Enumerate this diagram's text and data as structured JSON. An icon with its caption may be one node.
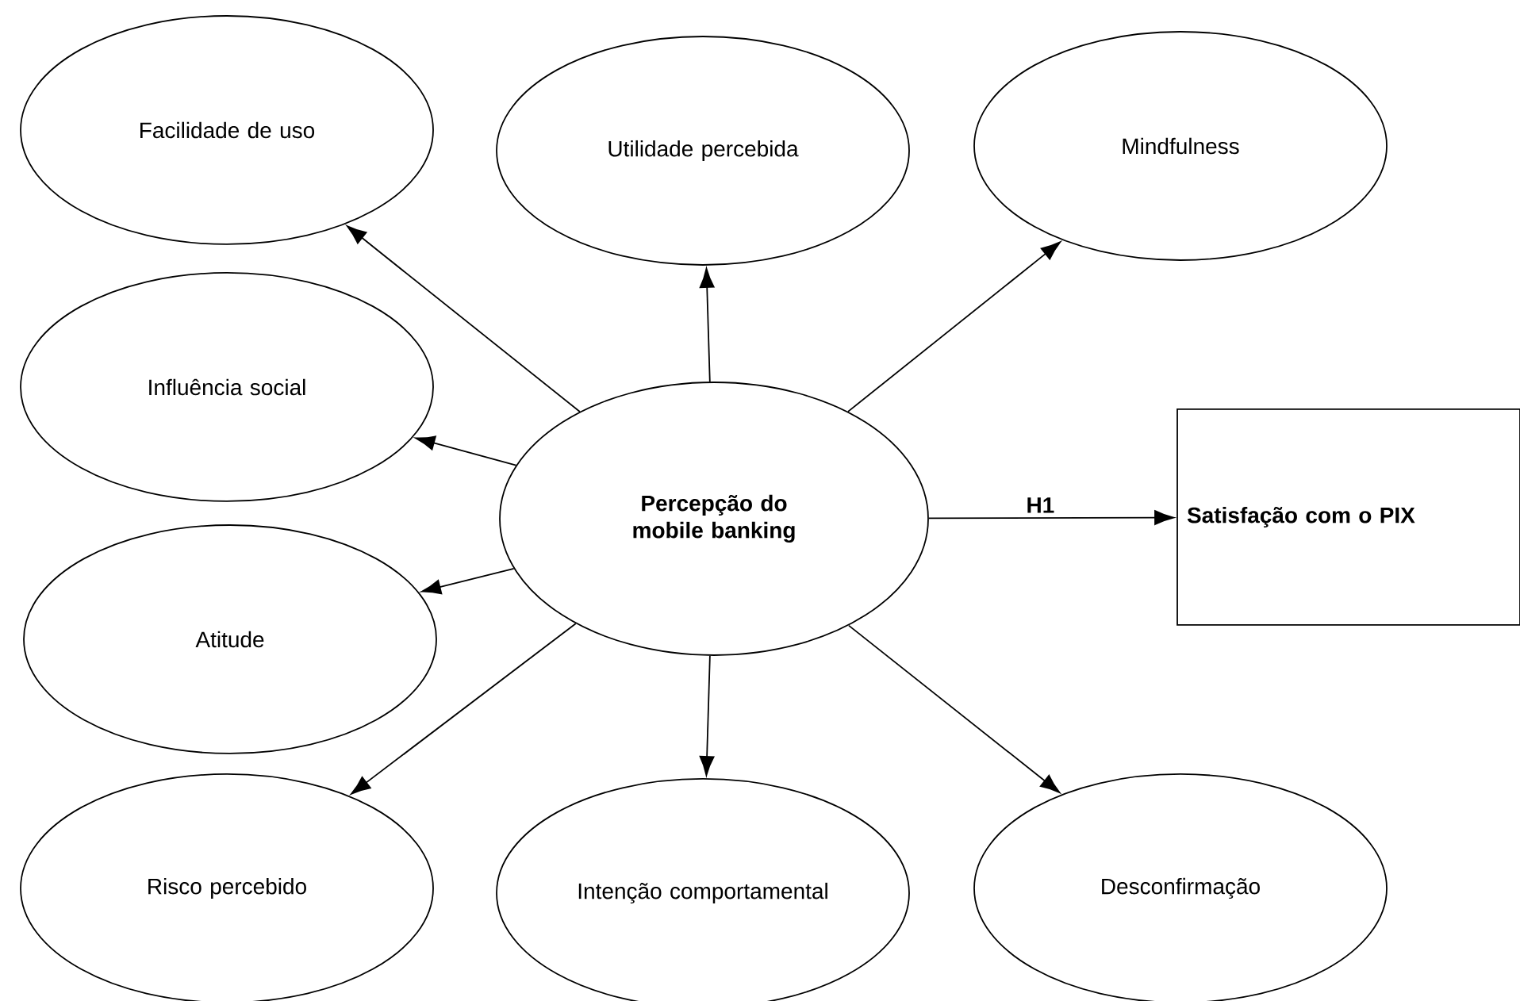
{
  "diagram": {
    "nodes": [
      {
        "text": [
          "Facilidade de uso"
        ]
      },
      {
        "text": [
          "Utilidade percebida"
        ]
      },
      {
        "text": [
          "Mindfulness"
        ]
      },
      {
        "text": [
          "Influência social"
        ]
      },
      {
        "text": [
          "Percepção do mobile banking"
        ]
      },
      {
        "text": [
          "Satisfação com o PIX"
        ]
      },
      {
        "text": [
          "Atitude"
        ]
      },
      {
        "text": [
          "Risco percebido"
        ]
      },
      {
        "text": [
          "Intenção comportamental"
        ]
      },
      {
        "text": [
          "Desconfirmação"
        ]
      }
    ],
    "edges": [
      {
        "from": 4,
        "to": 0,
        "arrow": "to"
      },
      {
        "from": 4,
        "to": 1,
        "arrow": "to"
      },
      {
        "from": 4,
        "to": 2,
        "arrow": "to"
      },
      {
        "from": 4,
        "to": 3,
        "arrow": "to"
      },
      {
        "from": 4,
        "to": 5,
        "arrow": "to",
        "label": "H1"
      },
      {
        "from": 4,
        "to": 6,
        "arrow": "to"
      },
      {
        "from": 4,
        "to": 7,
        "arrow": "to"
      },
      {
        "from": 4,
        "to": 8,
        "arrow": "to"
      },
      {
        "from": 4,
        "to": 9,
        "arrow": "to"
      }
    ]
  }
}
